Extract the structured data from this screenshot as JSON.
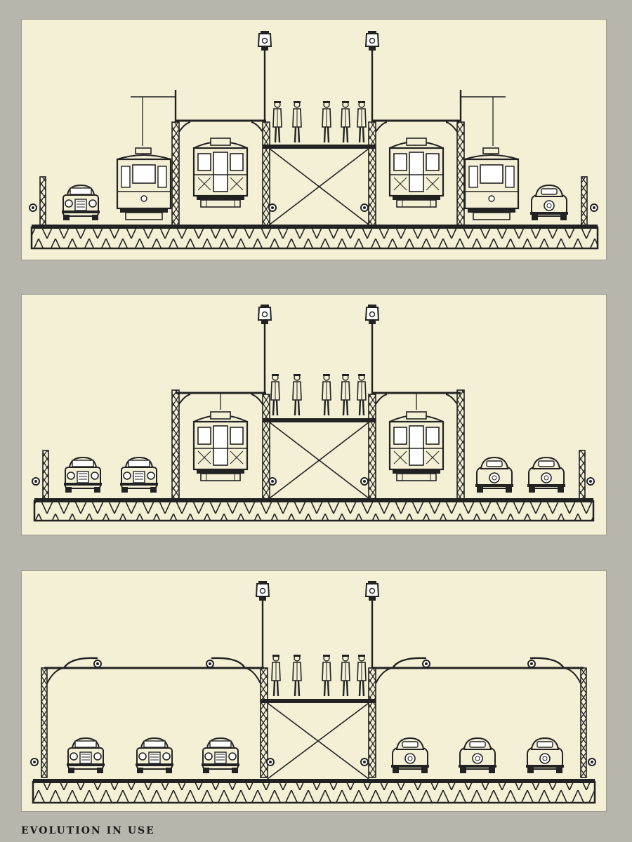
{
  "caption": "EVOLUTION IN USE",
  "colors": {
    "background": "#b8b6ac",
    "panel": "#f3f0d6",
    "ink": "#222222"
  },
  "panels": [
    {
      "name": "stage-1",
      "lanes": [
        "car",
        "trolley-streetcar",
        "streetcar",
        "pedestrian-deck",
        "streetcar",
        "trolley-streetcar",
        "car"
      ]
    },
    {
      "name": "stage-2",
      "lanes": [
        "car",
        "car",
        "streetcar",
        "pedestrian-deck",
        "streetcar",
        "car",
        "car"
      ]
    },
    {
      "name": "stage-3",
      "lanes": [
        "car",
        "car",
        "car",
        "pedestrian-deck",
        "car",
        "car",
        "car"
      ]
    }
  ]
}
